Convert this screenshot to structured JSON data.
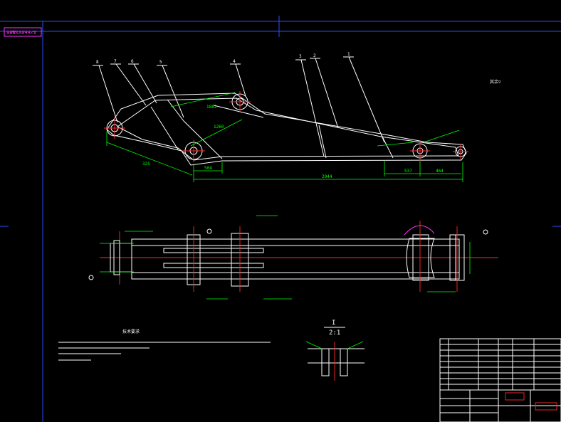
{
  "colors": {
    "background": "#000000",
    "geometry": "#ffffff",
    "dimension": "#00ff00",
    "centerline": "#ff2a2a",
    "frame": "#2b4cff",
    "stamp": "#ff33ff"
  },
  "stamp_text": "98₩XX0ЧЧ∠∀",
  "top_view": {
    "part_numbers": [
      "8",
      "7",
      "6",
      "5",
      "4",
      "3",
      "2",
      "1"
    ],
    "dimensions": [
      "2944",
      "537",
      "464",
      "504",
      "325",
      "1882",
      "1260"
    ],
    "roughness_note": "其余▽"
  },
  "plan_view": {
    "section_mark": "I",
    "detail_scale": "2:1"
  },
  "notes_title": "技术要求"
}
